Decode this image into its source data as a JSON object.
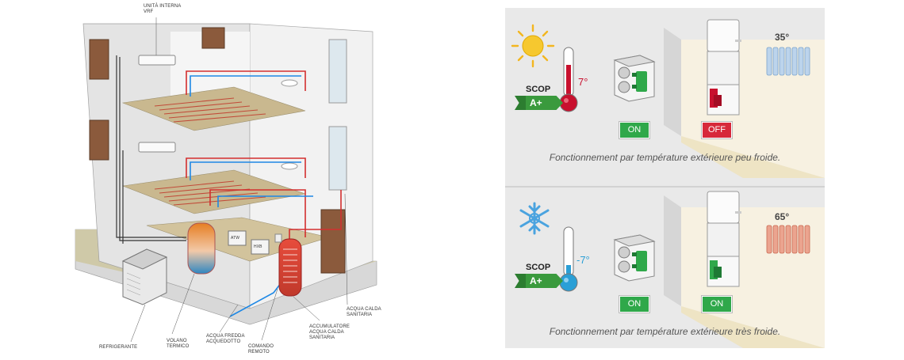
{
  "left_labels": {
    "indoor_unit": "UNITÀ INTERNA\nVRF",
    "refrigerant": "REFRIGERANTE",
    "thermal_flywheel": "VOLANO\nTERMICO",
    "cold_water": "ACQUA FREDDA\nACQUEDOTTO",
    "remote": "COMANDO\nREMOTO",
    "dhw_storage": "ACCUMULATORE\nACQUA CALDA\nSANITARIA",
    "dhw": "ACQUA CALDA\nSANITARIA",
    "box_label_1": "ATW",
    "box_label_2": "HXB"
  },
  "scenarios": [
    {
      "scop_label": "SCOP",
      "scop_class": "A+",
      "outdoor_temp": "7°",
      "radiator_temp": "35°",
      "heat_pump_status": "ON",
      "boiler_status": "OFF",
      "caption": "Fonctionnement par température extérieure peu froide."
    },
    {
      "scop_label": "SCOP",
      "scop_class": "A+",
      "outdoor_temp": "-7°",
      "radiator_temp": "65°",
      "heat_pump_status": "ON",
      "boiler_status": "ON",
      "caption": "Fonctionnement par température extérieure très froide."
    }
  ],
  "colors": {
    "on": "#2fa84a",
    "off": "#d7283a",
    "warm_red": "#c8102e",
    "cold_blue": "#2a9fd6",
    "panel_bg": "#e9e9e9"
  }
}
